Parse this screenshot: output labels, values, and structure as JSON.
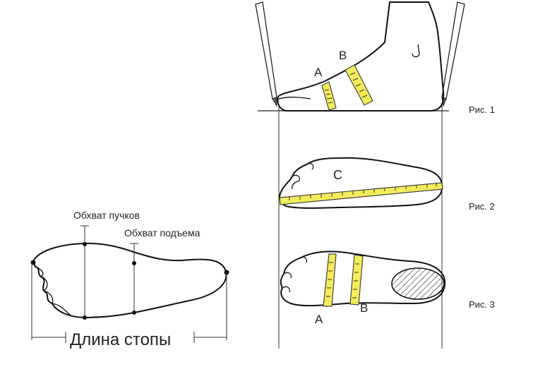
{
  "left": {
    "label_ball_girth": "Обхват пучков",
    "label_instep_girth": "Обхват подъема",
    "label_foot_length": "Длина стопы"
  },
  "fig1": {
    "caption": "Рис. 1",
    "label_a": "A",
    "label_b": "B"
  },
  "fig2": {
    "caption": "Рис. 2",
    "label_c": "C"
  },
  "fig3": {
    "caption": "Рис. 3",
    "label_a": "A",
    "label_b": "B"
  },
  "colors": {
    "tape": "#f3ec5a",
    "line": "#111111"
  }
}
